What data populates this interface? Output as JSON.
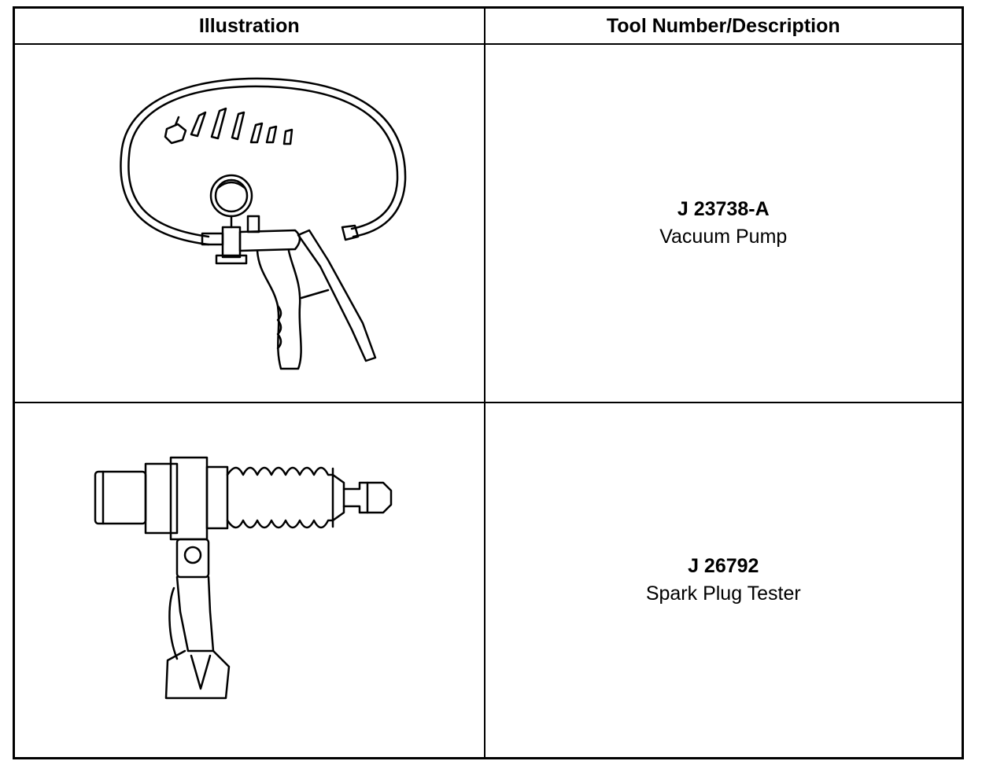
{
  "table": {
    "headers": [
      "Illustration",
      "Tool Number/Description"
    ],
    "rows": [
      {
        "tool_number": "J 23738-A",
        "description": "Vacuum Pump",
        "illustration": "vacuum-pump-illustration"
      },
      {
        "tool_number": "J 26792",
        "description": "Spark Plug Tester",
        "illustration": "spark-plug-tester-illustration"
      }
    ]
  }
}
